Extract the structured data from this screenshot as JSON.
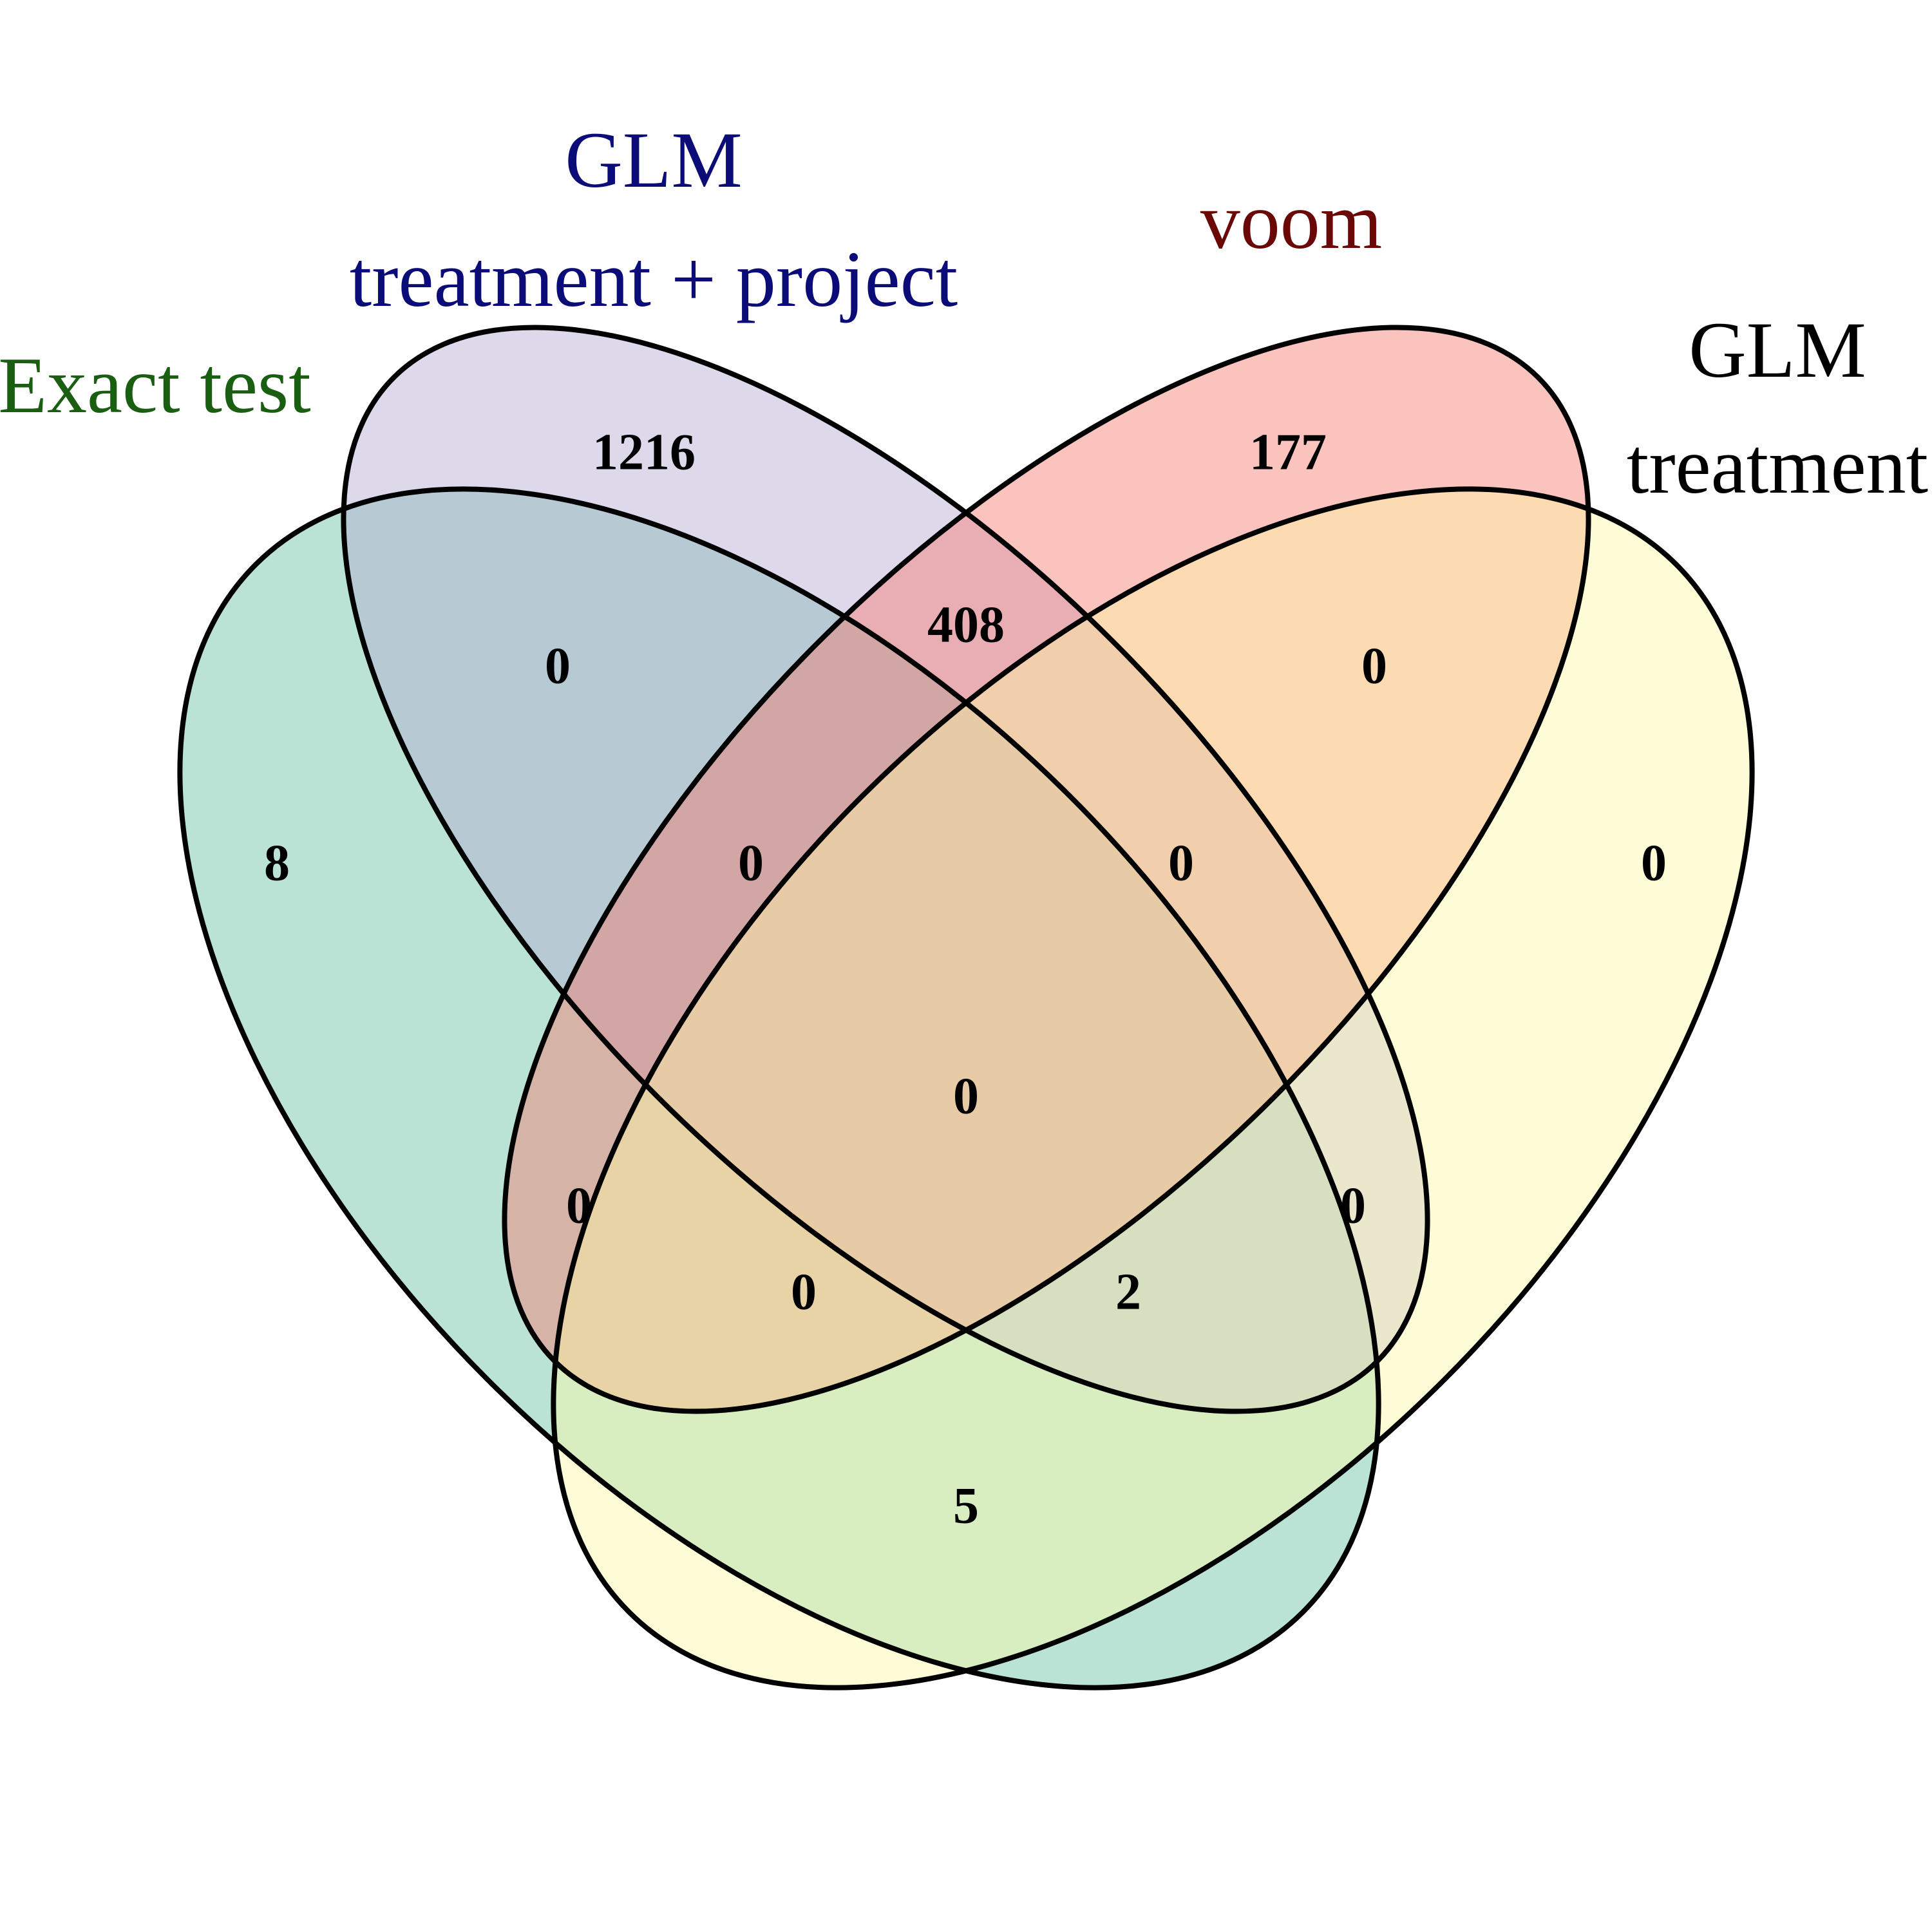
{
  "diagram": {
    "type": "venn-4-set",
    "sets": [
      {
        "id": "exact",
        "label_lines": [
          "Exact test"
        ],
        "fill": "#66c2a5",
        "text_color": "#1a5e12"
      },
      {
        "id": "glm_tp",
        "label_lines": [
          "GLM",
          "treatment + project"
        ],
        "fill": "#b3aad3",
        "text_color": "#0c0c78"
      },
      {
        "id": "voom",
        "label_lines": [
          "voom"
        ],
        "fill": "#f77a6e",
        "text_color": "#6a0808"
      },
      {
        "id": "glm_t",
        "label_lines": [
          "GLM",
          "treatment"
        ],
        "fill": "#fcf9a6",
        "text_color": "#000000"
      }
    ],
    "fill_opacity": 0.45,
    "regions": [
      {
        "sets": [
          "exact"
        ],
        "count": "8"
      },
      {
        "sets": [
          "glm_tp"
        ],
        "count": "1216"
      },
      {
        "sets": [
          "voom"
        ],
        "count": "177"
      },
      {
        "sets": [
          "glm_t"
        ],
        "count": "0"
      },
      {
        "sets": [
          "exact",
          "glm_tp"
        ],
        "count": "0"
      },
      {
        "sets": [
          "glm_tp",
          "voom"
        ],
        "count": "408"
      },
      {
        "sets": [
          "voom",
          "glm_t"
        ],
        "count": "0"
      },
      {
        "sets": [
          "exact",
          "glm_tp",
          "voom"
        ],
        "count": "0"
      },
      {
        "sets": [
          "glm_tp",
          "voom",
          "glm_t"
        ],
        "count": "0"
      },
      {
        "sets": [
          "exact",
          "glm_tp",
          "voom",
          "glm_t"
        ],
        "count": "0"
      },
      {
        "sets": [
          "exact",
          "voom"
        ],
        "count": "0"
      },
      {
        "sets": [
          "glm_tp",
          "glm_t"
        ],
        "count": "0"
      },
      {
        "sets": [
          "exact",
          "voom",
          "glm_t"
        ],
        "count": "0"
      },
      {
        "sets": [
          "exact",
          "glm_tp",
          "glm_t"
        ],
        "count": "2"
      },
      {
        "sets": [
          "exact",
          "glm_t"
        ],
        "count": "5"
      }
    ]
  }
}
